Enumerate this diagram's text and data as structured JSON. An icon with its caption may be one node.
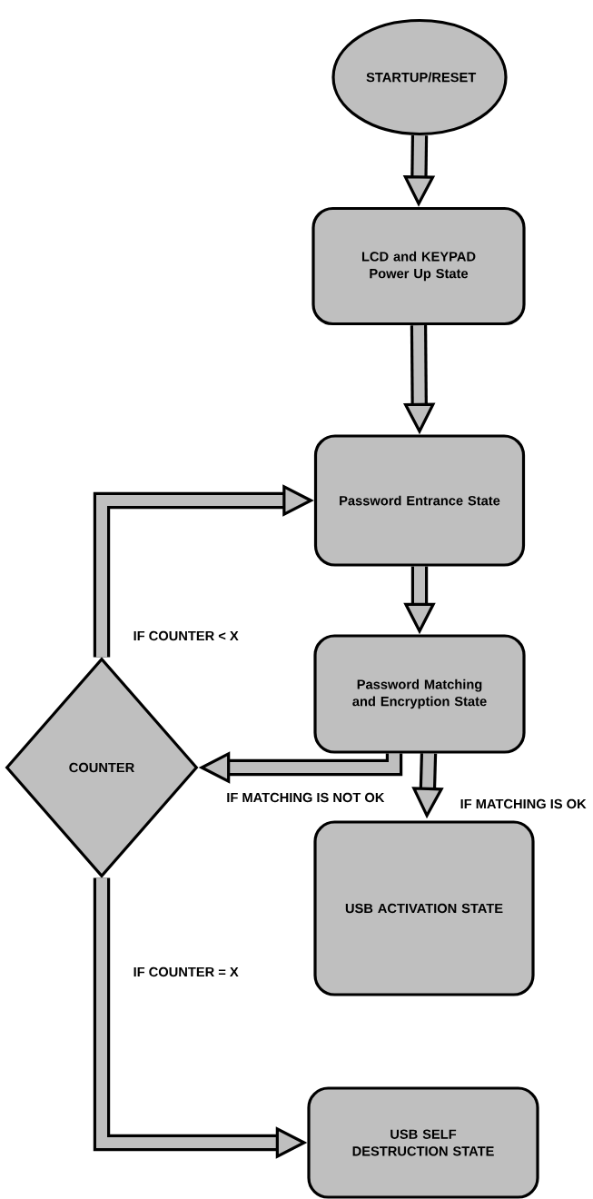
{
  "diagram": {
    "nodes": [
      {
        "text": [
          "STARTUP/RESET"
        ]
      },
      {
        "text": [
          "LCD and KEYPAD Power Up State"
        ]
      },
      {
        "text": [
          "Password Entrance State"
        ]
      },
      {
        "text": [
          "Password Matching and Encryption State"
        ]
      },
      {
        "text": [
          "COUNTER"
        ]
      },
      {
        "text": [
          "USB ACTIVATION STATE"
        ]
      },
      {
        "text": [
          "USB  SELF DESTRUCTION STATE"
        ]
      }
    ],
    "edges": [
      {
        "from": 0,
        "to": 1,
        "arrow": "to"
      },
      {
        "from": 1,
        "to": 2,
        "arrow": "to"
      },
      {
        "from": 2,
        "to": 3,
        "arrow": "to"
      },
      {
        "from": 3,
        "to": 4,
        "arrow": "to",
        "label": "IF MATCHING IS NOT OK"
      },
      {
        "from": 3,
        "to": 5,
        "arrow": "to",
        "label": "IF MATCHING IS OK"
      },
      {
        "from": 4,
        "to": 2,
        "arrow": "to",
        "label": "IF COUNTER < X"
      },
      {
        "from": 4,
        "to": 6,
        "arrow": "to",
        "label": "IF COUNTER = X"
      }
    ]
  }
}
